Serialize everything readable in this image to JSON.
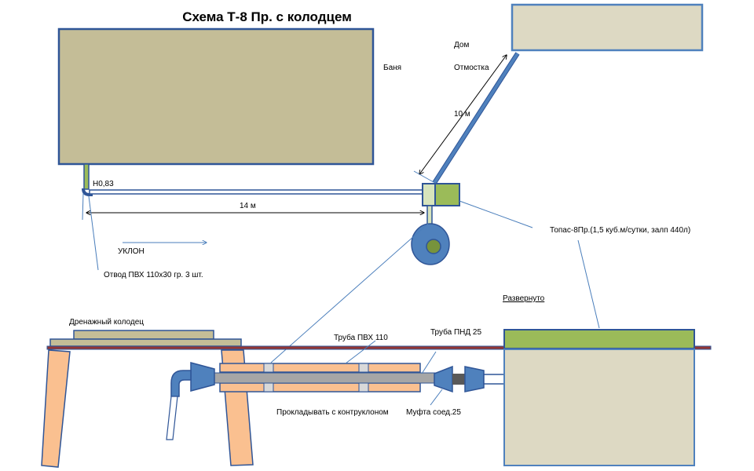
{
  "title": "Схема Т-8 Пр. с колодцем",
  "labels": {
    "bathhouse": "Баня",
    "house": "Дом",
    "blind_area": "Отмостка",
    "height": "Н0,83",
    "length_horizontal": "14 м",
    "length_diagonal": "10 м",
    "slope": "УКЛОН",
    "elbow": "Отвод ПВХ 110х30 гр. 3 шт.",
    "topas": "Топас-8Пр.(1,5 куб.м/сутки, залп 440л)",
    "unfolded": "Развернуто",
    "drain_well": "Дренажный колодец",
    "pvc_pipe": "Труба ПВХ 110",
    "hdpe_pipe": "Труба ПНД 25",
    "counter_slope": "Прокладывать с контруклоном",
    "coupling": "Муфта соед.25"
  },
  "colors": {
    "outline": "#2f5597",
    "bathhouse_fill": "#c4bd97",
    "house_fill": "#ddd9c3",
    "pipe": "#4f81bd",
    "green": "#9bbb59",
    "light_green": "#d7e4bc",
    "dark_green": "#77933c",
    "ground": "#943634",
    "wood": "#fac090",
    "grey_pipe": "#a6a6a6",
    "dark_grey": "#595959",
    "light_grey": "#d9d9d9",
    "leader_line": "#4a7ebb"
  }
}
